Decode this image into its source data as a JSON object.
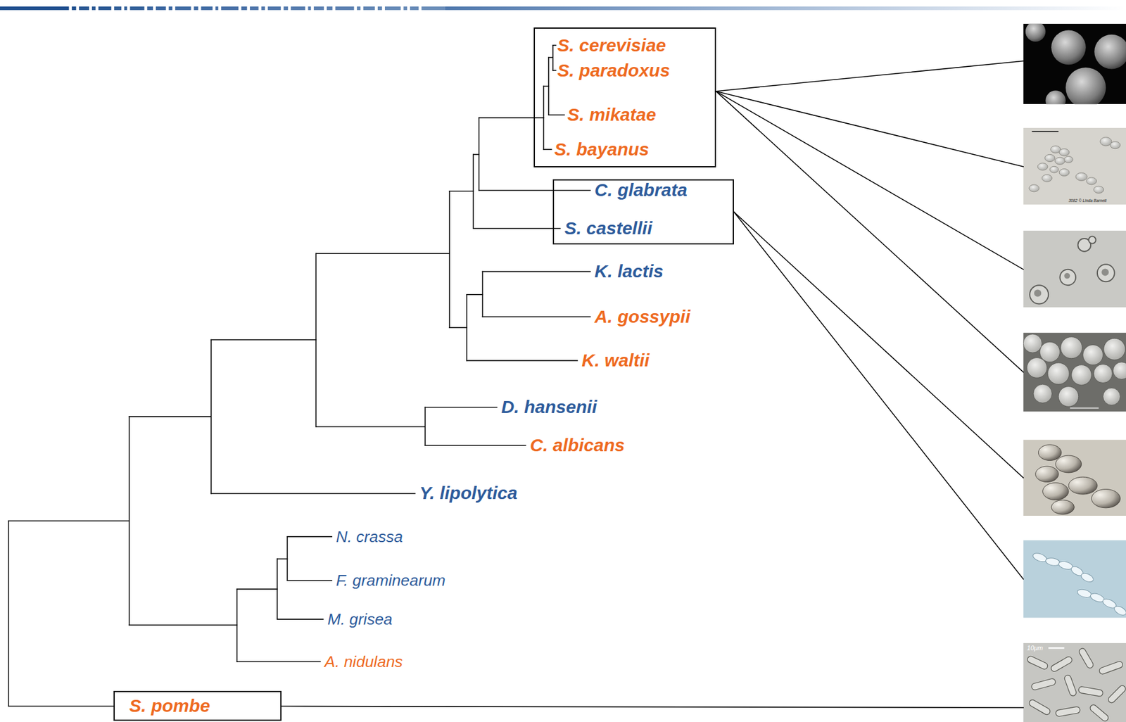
{
  "diagram": {
    "nodes": [
      {
        "text": [
          "S. cerevisiae",
          "S. paradoxus",
          "S. mikatae",
          "S. bayanus"
        ]
      },
      {
        "text": [
          "C. glabrata",
          "S. castellii"
        ]
      },
      {
        "text": [
          "S. pombe"
        ]
      }
    ],
    "labels": [
      "K. lactis",
      "A. gossypii",
      "K. waltii",
      "D. hansenii",
      "C. albicans",
      "Y. lipolytica",
      "N. crassa",
      "F. graminearum",
      "M. grisea",
      "A. nidulans",
      "3082 © Linda Barnett",
      "10μm"
    ]
  }
}
